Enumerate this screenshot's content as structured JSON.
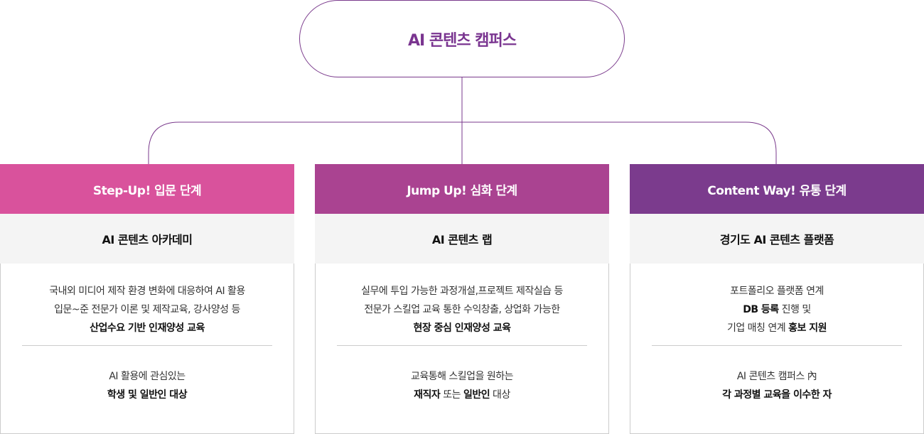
{
  "root": {
    "title": "AI 콘텐츠 캠퍼스"
  },
  "colors": {
    "step1": "#d9529c",
    "step2": "#aa4391",
    "step3": "#7b3b8d",
    "title": "#7a3590"
  },
  "columns": [
    {
      "header": "Step-Up! 입문 단계",
      "subtitle": "AI 콘텐츠 아카데미",
      "desc": [
        [
          {
            "t": "국내외 미디어 제작 환경 변화에 대응하여 AI 활용",
            "b": false
          }
        ],
        [
          {
            "t": "입문~준 전문가 이론 및 제작교육, 강사양성 등",
            "b": false
          }
        ],
        [
          {
            "t": "산업수요 기반 인재양성 교육",
            "b": true
          }
        ]
      ],
      "target": [
        [
          {
            "t": "AI 활용에 관심있는",
            "b": false
          }
        ],
        [
          {
            "t": "학생 및 일반인 대상",
            "b": true
          }
        ]
      ]
    },
    {
      "header": "Jump Up! 심화 단계",
      "subtitle": "AI 콘텐츠 랩",
      "desc": [
        [
          {
            "t": "실무에 투입 가능한 과정개설,프로젝트 제작실습 등",
            "b": false
          }
        ],
        [
          {
            "t": "전문가 스킬업 교육 통한 수익창출, 상업화 가능한",
            "b": false
          }
        ],
        [
          {
            "t": "현장 중심 인재양성 교육",
            "b": true
          }
        ]
      ],
      "target": [
        [
          {
            "t": "교육통해 스킬업을 원하는",
            "b": false
          }
        ],
        [
          {
            "t": "재직자",
            "b": true
          },
          {
            "t": " 또는 ",
            "b": false
          },
          {
            "t": "일반인",
            "b": true
          },
          {
            "t": " 대상",
            "b": false
          }
        ]
      ]
    },
    {
      "header": "Content Way! 유통 단계",
      "subtitle": "경기도 AI 콘텐츠 플랫폼",
      "desc": [
        [
          {
            "t": "포트폴리오 플랫폼 연계",
            "b": false
          }
        ],
        [
          {
            "t": "DB 등록",
            "b": true
          },
          {
            "t": " 진행 및",
            "b": false
          }
        ],
        [
          {
            "t": "기업 매칭 연계 ",
            "b": false
          },
          {
            "t": "홍보 지원",
            "b": true
          }
        ]
      ],
      "target": [
        [
          {
            "t": "AI 콘텐츠 캠퍼스 內",
            "b": false
          }
        ],
        [
          {
            "t": "각 과정별 교육을 이수한 자",
            "b": true
          }
        ]
      ]
    }
  ]
}
